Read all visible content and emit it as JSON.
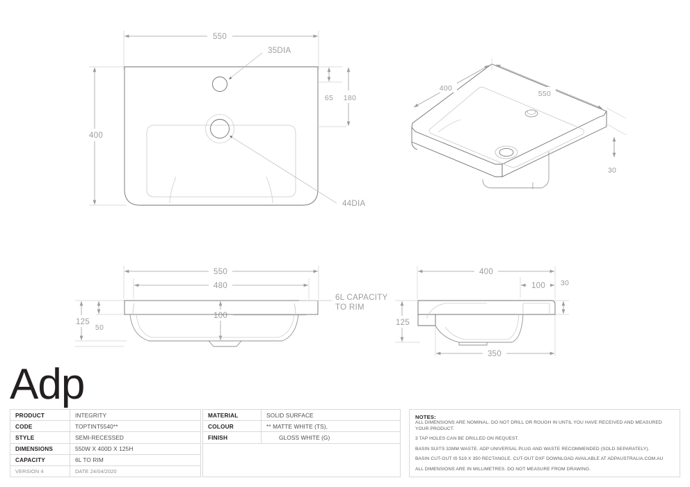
{
  "logo": {
    "text": "Adp"
  },
  "drawing": {
    "plan_view": {
      "name": "top plan view",
      "dims": {
        "width": "550",
        "depth": "400",
        "tap_hole": "35DIA",
        "waste_hole": "44DIA",
        "tap_from_rear": "65",
        "bowl_from_rear": "180"
      }
    },
    "iso_view": {
      "name": "isometric view",
      "dims": {
        "depth": "400",
        "width": "550",
        "rim_thickness": "30"
      }
    },
    "front_elevation": {
      "name": "front elevation",
      "dims": {
        "overall_width": "550",
        "bowl_width": "480",
        "bowl_depth": "100",
        "overall_height": "125",
        "rim_height": "50"
      },
      "note_line1": "6L CAPACITY",
      "note_line2": "TO RIM"
    },
    "side_elevation": {
      "name": "side elevation",
      "dims": {
        "overall_depth": "400",
        "rear_offset": "100",
        "rim_thickness": "30",
        "overall_height": "125",
        "bowl_depth": "350"
      }
    }
  },
  "spec_table": {
    "rows": [
      {
        "key": "PRODUCT",
        "value": "INTEGRITY"
      },
      {
        "key": "CODE",
        "value": "TOPTINT5540**"
      },
      {
        "key": "STYLE",
        "value": "SEMI-RECESSED"
      },
      {
        "key": "DIMENSIONS",
        "value": "550W X 400D X 125H"
      },
      {
        "key": "CAPACITY",
        "value": "6L  TO RIM"
      }
    ],
    "version_row": {
      "key": "VERSION 4",
      "value": "DATE   24/04/2020"
    }
  },
  "material_table": {
    "rows": [
      {
        "key": "MATERIAL",
        "value": "SOLID SURFACE"
      },
      {
        "key": "COLOUR",
        "value": "** MATTE WHITE (TS),"
      },
      {
        "key": "FINISH",
        "value": "GLOSS WHITE (G)"
      }
    ]
  },
  "notes": {
    "title": "NOTES:",
    "items": [
      "ALL DIMENSIONS ARE NOMINAL. DO NOT DRILL OR ROUGH IN UNTIL YOU HAVE RECEIVED AND MEASURED YOUR PRODUCT.",
      "3 TAP HOLES CAN BE DRILLED ON REQUEST.",
      "BASIN SUITS 32MM WASTE. ADP UNIVERSAL PLUG AND WASTE RECOMMENDED (SOLD SEPARATELY).",
      "BASIN CUT-OUT IS 519 X 350 RECTANGLE. CUT-OUT DXF DOWNLOAD AVAILABLE AT ADPAUSTRALIA.COM.AU",
      "ALL DIMENSIONS ARE IN MILLIMETRES. DO NOT MEASURE FROM DRAWING."
    ]
  },
  "colors": {
    "outline": "#5a5a5a",
    "detail": "#b9b9b9",
    "dimension": "#9d9d9d",
    "table_border": "#d9d9d9",
    "ink": "#231f20"
  }
}
